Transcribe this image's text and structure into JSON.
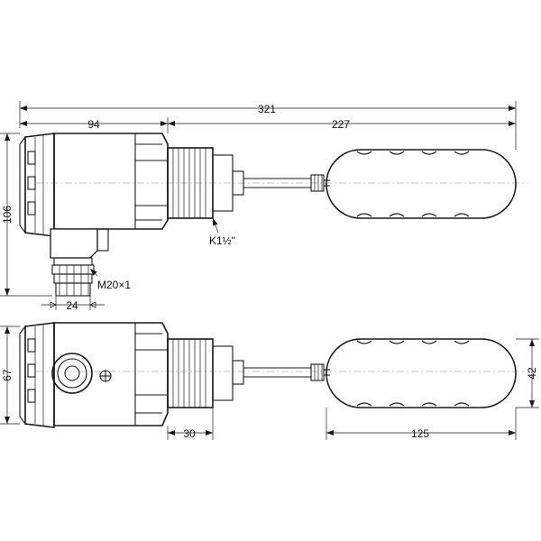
{
  "dimensions": {
    "overall_length": "321",
    "housing_length": "94",
    "stem_length": "227",
    "housing_height": "106",
    "gland_width": "24",
    "thread_label": "K1½\"",
    "gland_label": "M20×1",
    "side_height": "67",
    "thread_length": "30",
    "float_length": "125",
    "float_diameter": "42"
  }
}
